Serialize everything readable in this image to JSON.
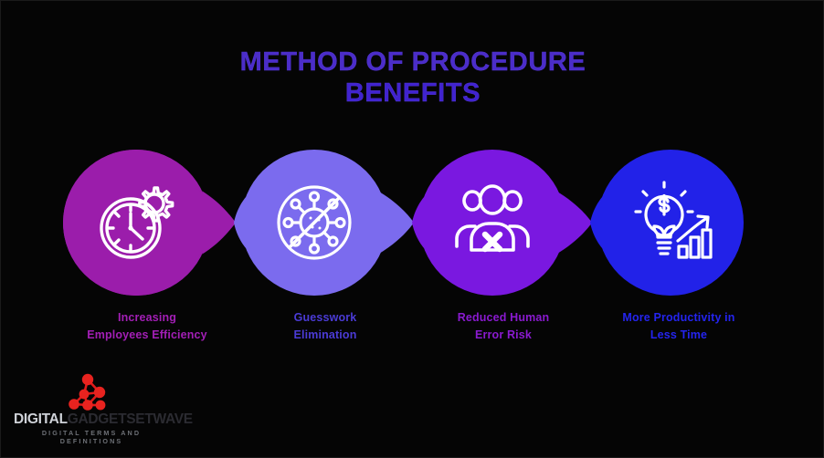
{
  "slide": {
    "background_color": "#050505",
    "title": {
      "line1": "METHOD OF PROCEDURE",
      "line2": "BENEFITS",
      "color": "#4b2dc9"
    }
  },
  "benefits": [
    {
      "index": 1,
      "icon": "stopwatch-gear-icon",
      "shape_color": "#9B1DAB",
      "label_line1": "Increasing",
      "label_line2": "Employees Efficiency",
      "label_color": "#a31fb6"
    },
    {
      "index": 2,
      "icon": "virus-blocked-icon",
      "shape_color": "#7B6BEE",
      "label_line1": "Guesswork",
      "label_line2": "Elimination",
      "label_color": "#4b3bd6"
    },
    {
      "index": 3,
      "icon": "people-error-icon",
      "shape_color": "#7A18E0",
      "label_line1": "Reduced Human",
      "label_line2": "Error Risk",
      "label_color": "#8a1ad0"
    },
    {
      "index": 4,
      "icon": "lightbulb-growth-icon",
      "shape_color": "#2222E8",
      "label_line1": "More Productivity in",
      "label_line2": "Less Time",
      "label_color": "#2424ef"
    }
  ],
  "logo": {
    "mark": "molecule-network-icon",
    "mark_color": "#e01b1b",
    "word_bright": "DIGITAL",
    "word_dim": "GADGETSETWAVE",
    "subtitle_line1": "DIGITAL TERMS AND",
    "subtitle_line2": "DEFINITIONS"
  }
}
